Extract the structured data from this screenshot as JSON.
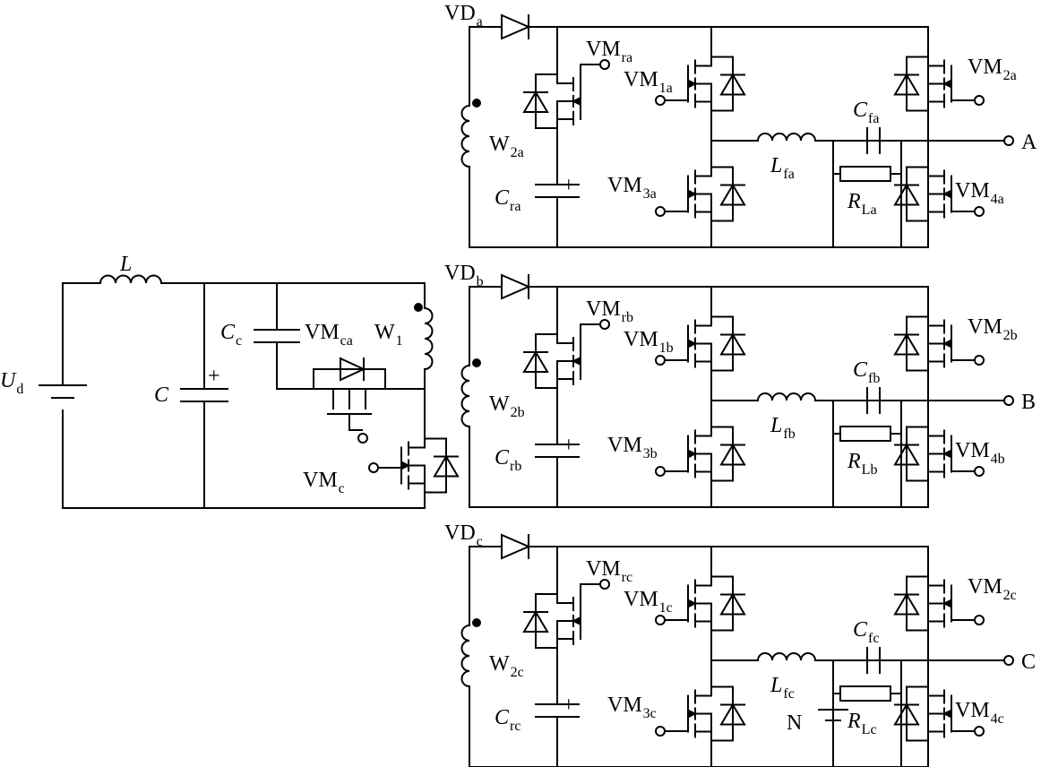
{
  "labels": {
    "Ud": {
      "base": "U",
      "sub": "d"
    },
    "L": {
      "base": "L",
      "sub": ""
    },
    "C": {
      "base": "C",
      "sub": ""
    },
    "Cc": {
      "base": "C",
      "sub": "c"
    },
    "VMca": {
      "base": "VM",
      "sub": "ca"
    },
    "W1": {
      "base": "W",
      "sub": "1"
    },
    "VMc": {
      "base": "VM",
      "sub": "c"
    }
  },
  "plus_sign": "+",
  "phases": [
    {
      "VD": {
        "base": "VD",
        "sub": "a"
      },
      "VMr": {
        "base": "VM",
        "sub": "ra"
      },
      "VM1": {
        "base": "VM",
        "sub": "1a"
      },
      "VM2": {
        "base": "VM",
        "sub": "2a"
      },
      "VM3": {
        "base": "VM",
        "sub": "3a"
      },
      "VM4": {
        "base": "VM",
        "sub": "4a"
      },
      "W2": {
        "base": "W",
        "sub": "2a"
      },
      "Cr": {
        "base": "C",
        "sub": "ra"
      },
      "Lf": {
        "base": "L",
        "sub": "fa"
      },
      "Cf": {
        "base": "C",
        "sub": "fa"
      },
      "RL": {
        "base": "R",
        "sub": "La"
      },
      "out": "A",
      "neutral": ""
    },
    {
      "VD": {
        "base": "VD",
        "sub": "b"
      },
      "VMr": {
        "base": "VM",
        "sub": "rb"
      },
      "VM1": {
        "base": "VM",
        "sub": "1b"
      },
      "VM2": {
        "base": "VM",
        "sub": "2b"
      },
      "VM3": {
        "base": "VM",
        "sub": "3b"
      },
      "VM4": {
        "base": "VM",
        "sub": "4b"
      },
      "W2": {
        "base": "W",
        "sub": "2b"
      },
      "Cr": {
        "base": "C",
        "sub": "rb"
      },
      "Lf": {
        "base": "L",
        "sub": "fb"
      },
      "Cf": {
        "base": "C",
        "sub": "fb"
      },
      "RL": {
        "base": "R",
        "sub": "Lb"
      },
      "out": "B",
      "neutral": ""
    },
    {
      "VD": {
        "base": "VD",
        "sub": "c"
      },
      "VMr": {
        "base": "VM",
        "sub": "rc"
      },
      "VM1": {
        "base": "VM",
        "sub": "1c"
      },
      "VM2": {
        "base": "VM",
        "sub": "2c"
      },
      "VM3": {
        "base": "VM",
        "sub": "3c"
      },
      "VM4": {
        "base": "VM",
        "sub": "4c"
      },
      "W2": {
        "base": "W",
        "sub": "2c"
      },
      "Cr": {
        "base": "C",
        "sub": "rc"
      },
      "Lf": {
        "base": "L",
        "sub": "fc"
      },
      "Cf": {
        "base": "C",
        "sub": "fc"
      },
      "RL": {
        "base": "R",
        "sub": "Lc"
      },
      "out": "C",
      "neutral": "N"
    }
  ]
}
